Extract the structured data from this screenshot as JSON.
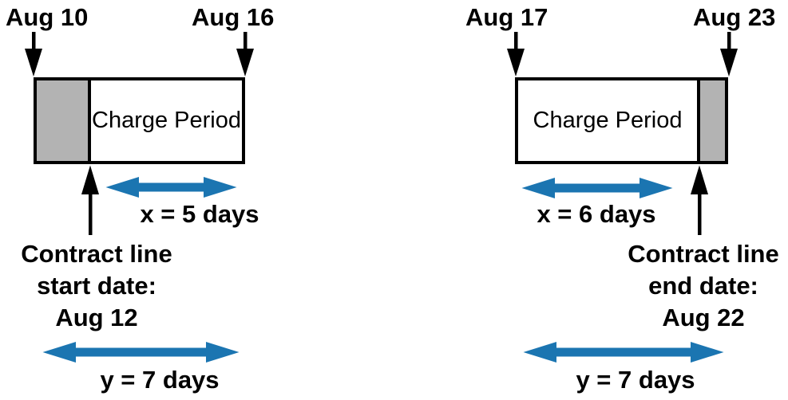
{
  "colors": {
    "arrow_blue": "#1b75b1",
    "arrow_black": "#000000",
    "grey_fill": "#b3b3b3",
    "box_border": "#000000"
  },
  "panels": [
    {
      "start_label": "Aug 10",
      "end_label": "Aug 16",
      "box_label": "Charge Period",
      "x_label": "x = 5 days",
      "caption_line_1": "Contract line",
      "caption_line_2": "start date:",
      "caption_line_3": "Aug 12",
      "y_label": "y = 7 days"
    },
    {
      "start_label": "Aug 17",
      "end_label": "Aug 23",
      "box_label": "Charge Period",
      "x_label": "x = 6 days",
      "caption_line_1": "Contract line",
      "caption_line_2": "end date:",
      "caption_line_3": "Aug 22",
      "y_label": "y = 7 days"
    }
  ]
}
